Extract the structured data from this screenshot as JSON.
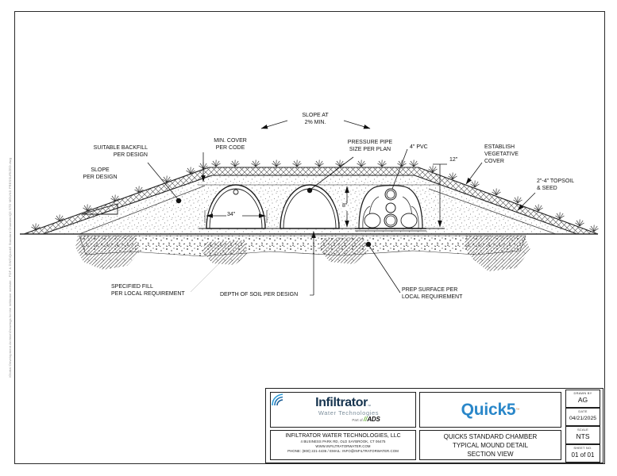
{
  "file_path_label": "\\Global Development Archive\\Drawings for the Infiltrator website - PDF & DWG\\Quick5 Standard Chamber\\Q5 STD MOUND PRESSURIZED.dwg",
  "annotations": {
    "slope_at": {
      "l1": "SLOPE AT",
      "l2": "2% MIN."
    },
    "suitable_backfill": {
      "l1": "SUITABLE BACKFILL",
      "l2": "PER DESIGN"
    },
    "min_cover": {
      "l1": "MIN. COVER",
      "l2": "PER CODE"
    },
    "pressure_pipe": {
      "l1": "PRESSURE PIPE",
      "l2": "SIZE PER PLAN"
    },
    "pvc": "4\" PVC",
    "establish": {
      "l1": "ESTABLISH",
      "l2": "VEGETATIVE",
      "l3": "COVER"
    },
    "topsoil": {
      "l1": "2\"-4\" TOPSOIL",
      "l2": "& SEED"
    },
    "slope_per_design": {
      "l1": "SLOPE",
      "l2": "PER DESIGN"
    },
    "specified_fill": {
      "l1": "SPECIFIED FILL",
      "l2": "PER LOCAL REQUIREMENT"
    },
    "depth_of_soil": "DEPTH OF SOIL PER DESIGN",
    "prep_surface": {
      "l1": "PREP SURFACE PER",
      "l2": "LOCAL REQUIREMENT"
    },
    "dims": {
      "d34": "34\"",
      "d8": "8\"",
      "d12": "12\""
    }
  },
  "title_block": {
    "logo": {
      "brand": "Infiltrator",
      "tm": "™",
      "sub": "Water Technologies",
      "part_of": "Part of",
      "ads_slash": "//",
      "ads": "ADS"
    },
    "product_logo": {
      "name": "Quick5",
      "tm": "™"
    },
    "company": {
      "name": "INFILTRATOR WATER TECHNOLOGIES, LLC",
      "address": "4 BUSINESS PARK RD, OLD SAYBROOK, CT 06475",
      "website": "WWW.INFILTRATORWATER.COM",
      "phone_email": "PHONE: (800) 221-4436 / EMAIL: INFO@INFILTRATORWATER.COM"
    },
    "drawing_title": {
      "l1": "QUICK5 STANDARD CHAMBER",
      "l2": "TYPICAL MOUND DETAIL",
      "l3": "SECTION VIEW"
    },
    "meta": [
      {
        "label": "DRAWN BY",
        "value": "AG"
      },
      {
        "label": "DATE",
        "value": "04/21/2025"
      },
      {
        "label": "SCALE",
        "value": "NTS"
      },
      {
        "label": "SHEET NO.",
        "value": "01 of 01"
      }
    ],
    "colors": {
      "brand_navy": "#16344f",
      "brand_blue": "#2a87c9",
      "ads_green": "#6cb33f"
    }
  }
}
